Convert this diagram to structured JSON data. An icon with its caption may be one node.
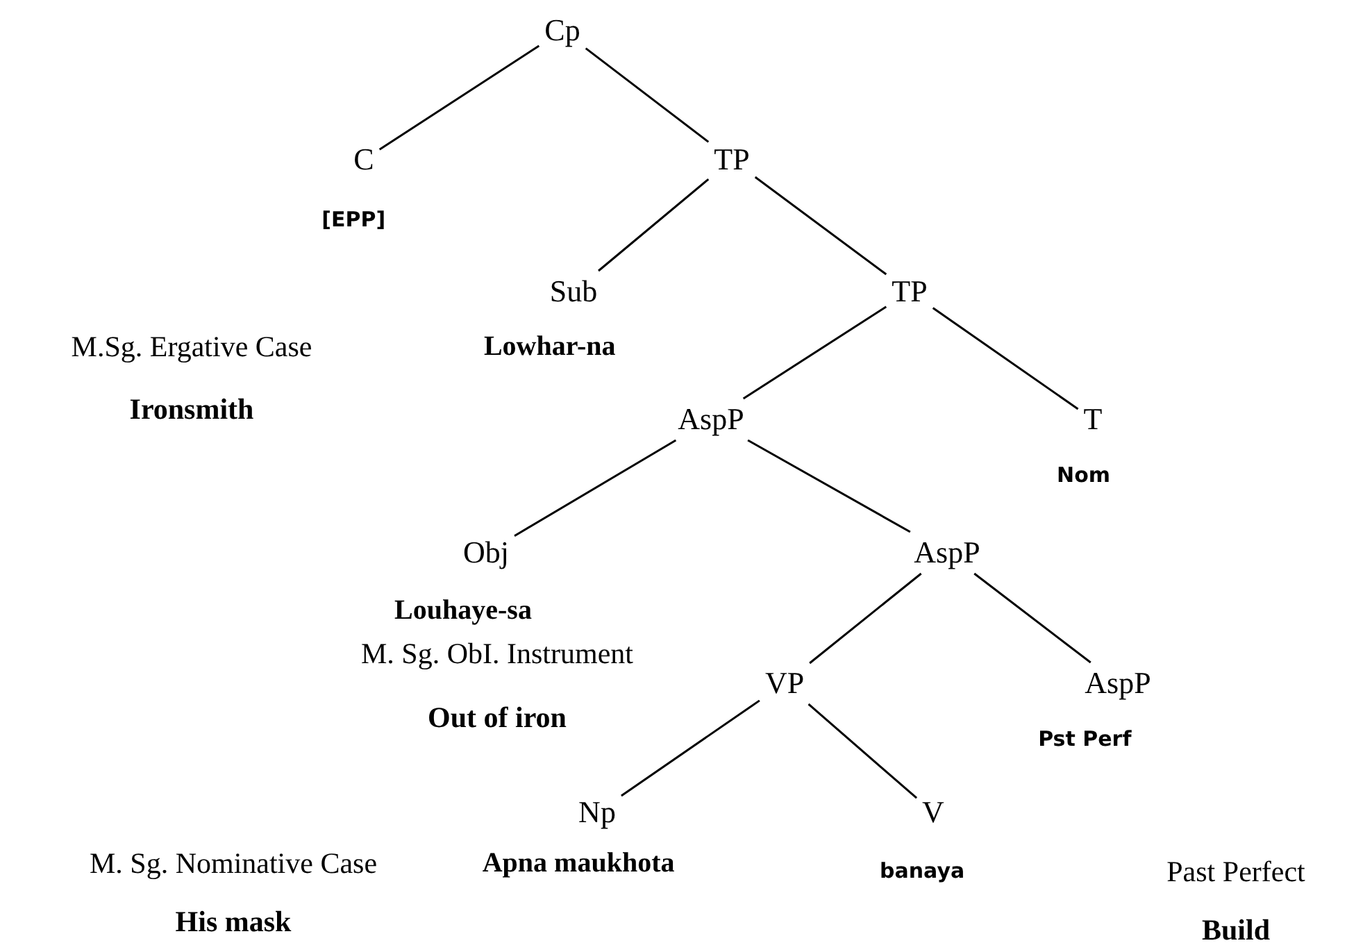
{
  "diagram": {
    "nodes": [
      {
        "text": [
          "Cp"
        ]
      },
      {
        "text": [
          "C"
        ],
        "beside": [
          "[EPP]"
        ]
      },
      {
        "text": [
          "TP"
        ]
      },
      {
        "text": [
          "Sub"
        ],
        "beside": [
          "Lowhar-na"
        ]
      },
      {
        "text": [
          "TP"
        ]
      },
      {
        "text": [
          "AspP"
        ]
      },
      {
        "text": [
          "T"
        ],
        "beside": [
          "Nom"
        ]
      },
      {
        "text": [
          "Obj"
        ],
        "beside": [
          "Louhaye-sa"
        ]
      },
      {
        "text": [
          "AspP"
        ]
      },
      {
        "text": [
          "VP"
        ]
      },
      {
        "text": [
          "AspP"
        ],
        "beside": [
          "Pst Perf"
        ]
      },
      {
        "text": [
          "Np"
        ],
        "beside": [
          "Apna maukhota"
        ]
      },
      {
        "text": [
          "V"
        ],
        "beside": [
          "banaya"
        ]
      }
    ],
    "edges": [
      {
        "from": 0,
        "to": 1,
        "arrow": "none"
      },
      {
        "from": 0,
        "to": 2,
        "arrow": "none"
      },
      {
        "from": 2,
        "to": 3,
        "arrow": "none"
      },
      {
        "from": 2,
        "to": 4,
        "arrow": "none"
      },
      {
        "from": 4,
        "to": 5,
        "arrow": "none"
      },
      {
        "from": 4,
        "to": 6,
        "arrow": "none"
      },
      {
        "from": 5,
        "to": 7,
        "arrow": "none"
      },
      {
        "from": 5,
        "to": 8,
        "arrow": "none"
      },
      {
        "from": 8,
        "to": 9,
        "arrow": "none"
      },
      {
        "from": 8,
        "to": 10,
        "arrow": "none"
      },
      {
        "from": 9,
        "to": 11,
        "arrow": "none"
      },
      {
        "from": 9,
        "to": 12,
        "arrow": "none"
      }
    ],
    "labels": [
      "M.Sg. Ergative Case",
      "Ironsmith",
      "M. Sg. ObI. Instrument",
      "Out of iron",
      "M. Sg. Nominative Case",
      "His mask",
      "Past Perfect",
      "Build"
    ]
  }
}
